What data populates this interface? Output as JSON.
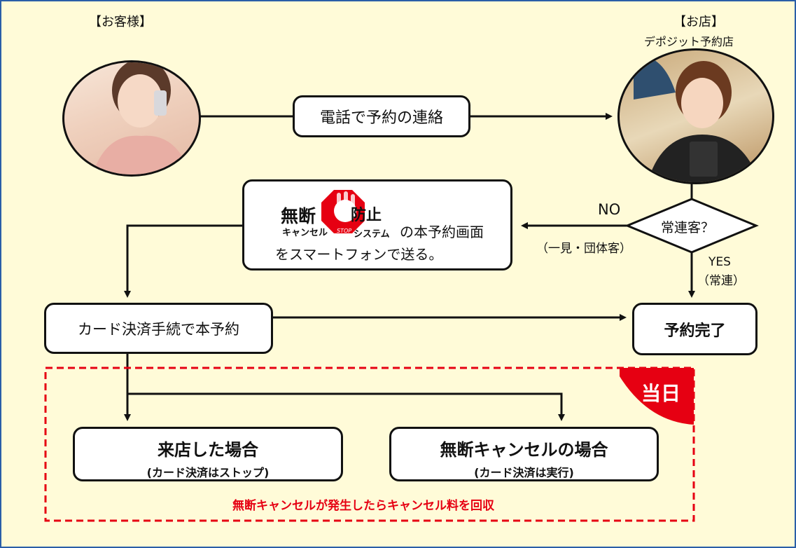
{
  "customer": {
    "label": "【お客様】"
  },
  "store": {
    "label": "【お店】",
    "sublabel": "デポジット予約店"
  },
  "flow": {
    "call": "電話で予約の連絡",
    "send_line1": "の本予約画面",
    "send_line2": "をスマートフォンで送る。",
    "decision": "常連客？",
    "no_label": "NO",
    "no_sub": "（一見・団体客）",
    "yes_label": "YES",
    "yes_sub": "（常連）",
    "card": "カード決済手続で本予約",
    "complete": "予約完了"
  },
  "logo": {
    "line1_a": "無断",
    "line1_b": "防止",
    "line2_a": "キャンセル",
    "line2_b": "システム",
    "stop": "STOP"
  },
  "day": {
    "badge": "当日",
    "visit_title": "来店した場合",
    "visit_sub": "(カード決済はストップ)",
    "noshow_title": "無断キャンセルの場合",
    "noshow_sub": "(カード決済は実行)",
    "note": "無断キャンセルが発生したらキャンセル料を回収"
  },
  "colors": {
    "background": "#fffbd8",
    "frame": "#2a5ea8",
    "red": "#e60012"
  }
}
